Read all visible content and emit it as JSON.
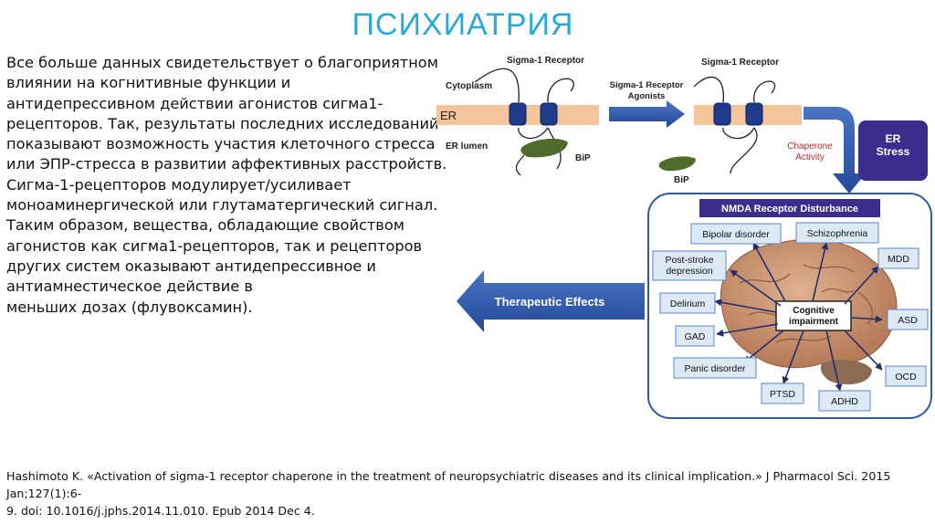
{
  "slide": {
    "title": "ПСИХИАТРИЯ",
    "body_lines": [
      "Все больше данных свидетельствует о благоприятном",
      "влиянии на когнитивные функции и",
      "антидепрессивном действии агонистов сигма1-",
      "рецепторов. Так, результаты последних исследований",
      "показывают возможность участия клеточного стресса",
      "или ЭПР-стресса в развитии аффективных расстройств.",
      "Сигма-1-рецепторов модулирует/усиливает",
      "моноаминергической или глутаматергический сигнал.",
      "Таким образом, вещества, обладающие свойством",
      "агонистов как сигма1-рецепторов, так и рецепторов",
      "других систем оказывают антидепрессивное и",
      "антиамнестическое действие в",
      "меньших дозах (флувоксамин)."
    ],
    "citation_lines": [
      "Hashimoto K. «Activation of sigma-1 receptor chaperone in the treatment of neuropsychiatric diseases and its clinical implication.» J Pharmacol Sci. 2015 Jan;127(1):6-",
      "9. doi: 10.1016/j.jphs.2014.11.010. Epub 2014 Dec 4."
    ]
  },
  "diagram": {
    "left_panel": {
      "receptor_label": "Sigma-1 Receptor",
      "cytoplasm_label": "Cytoplasm",
      "er_label": "ER",
      "er_lumen_label": "ER lumen",
      "bip_label": "BiP"
    },
    "agonists_label_line1": "Sigma-1 Receptor",
    "agonists_label_line2": "Agonists",
    "right_panel": {
      "receptor_label": "Sigma-1 Receptor",
      "bip_label": "BiP",
      "chaperone_line1": "Chaperone",
      "chaperone_line2": "Activity"
    },
    "er_stress_line1": "ER",
    "er_stress_line2": "Stress",
    "therapeutic_effects_label": "Therapeutic Effects",
    "nmda_header": "NMDA Receptor Disturbance",
    "cognitive_line1": "Cognitive",
    "cognitive_line2": "impairment",
    "disorders": {
      "bipolar": "Bipolar disorder",
      "schizophrenia": "Schizophrenia",
      "post_stroke_line1": "Post-stroke",
      "post_stroke_line2": "depression",
      "mdd": "MDD",
      "delirium": "Delirium",
      "asd": "ASD",
      "gad": "GAD",
      "panic": "Panic disorder",
      "ocd": "OCD",
      "ptsd": "PTSD",
      "adhd": "ADHD"
    },
    "colors": {
      "title_blue": "#2aa8d6",
      "arrow_blue": "#2e58a8",
      "membrane": "#f2c59a",
      "bip_green": "#4f6b2a",
      "chaperone_red": "#c0282d",
      "label_box_fill": "#dde9f5",
      "label_box_border": "#5b86c2",
      "nmda_header_fill": "#3c2c8e",
      "brain_pink": "#c9906e",
      "cerebellum": "#8d6b55",
      "connector_arrow": "#1f2f6e"
    }
  }
}
